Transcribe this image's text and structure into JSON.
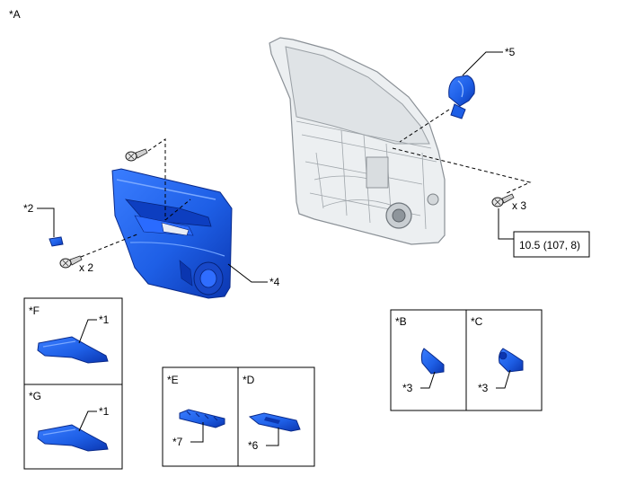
{
  "labels": {
    "main": "*A",
    "p1_f": "*1",
    "p1_g": "*1",
    "p2": "*2",
    "p3_b": "*3",
    "p3_c": "*3",
    "p4": "*4",
    "p5": "*5",
    "p6": "*6",
    "p7": "*7",
    "view_b": "*B",
    "view_c": "*C",
    "view_d": "*D",
    "view_e": "*E",
    "view_f": "*F",
    "view_g": "*G"
  },
  "quantities": {
    "upper_screw": "x 3",
    "lower_screw": "x 2"
  },
  "torque": "10.5 (107, 8)",
  "colors": {
    "part_blue": "#1e5fe6",
    "part_dark": "#0b36b0",
    "door_gray": "#eceff1"
  }
}
